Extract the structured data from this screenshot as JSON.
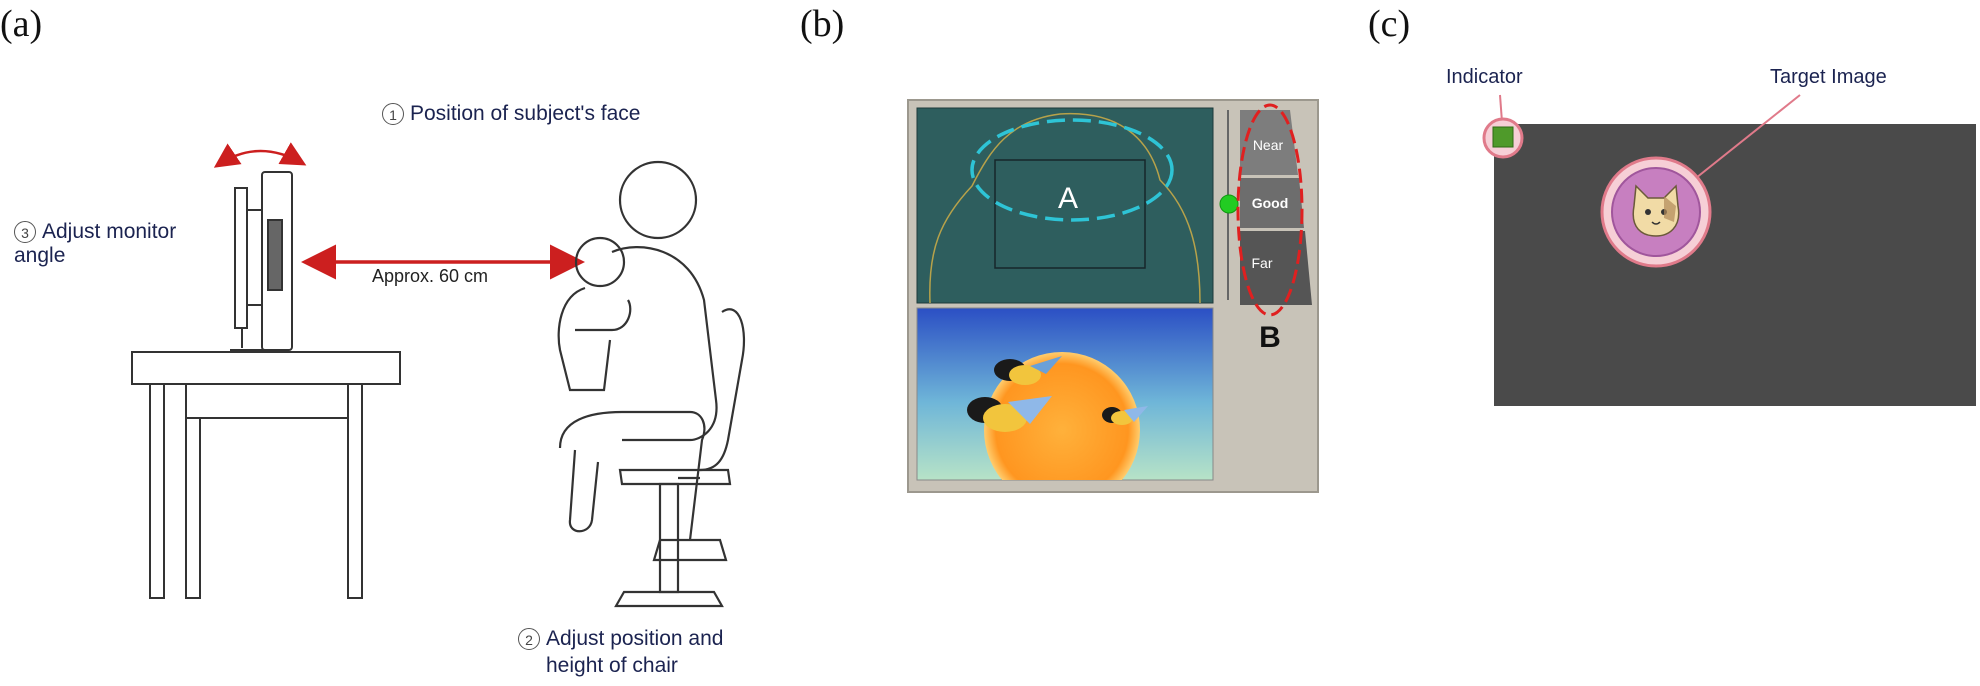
{
  "panels": {
    "a": {
      "letter": "(a)",
      "step1": {
        "num": "1",
        "text": "Position of subject's face"
      },
      "step2": {
        "num": "2",
        "line1": "Adjust position and",
        "line2": "height of chair"
      },
      "step3": {
        "num": "3",
        "line1": "Adjust monitor",
        "line2": "angle"
      },
      "distance": "Approx. 60 cm"
    },
    "b": {
      "letter": "(b)",
      "region_a": "A",
      "region_b": "B",
      "distance_levels": [
        "Near",
        "Good",
        "Far"
      ],
      "indicator_color": "#22cc22",
      "highlight_color": "#e02020",
      "face_oval_color": "#2ec4d6"
    },
    "c": {
      "letter": "(c)",
      "indicator_label": "Indicator",
      "target_label": "Target Image",
      "screen_color": "#4a4a4a",
      "indicator_color": "#4f9a2a",
      "target_color": "#c77fc0",
      "callout_color": "#e07a8a"
    }
  }
}
